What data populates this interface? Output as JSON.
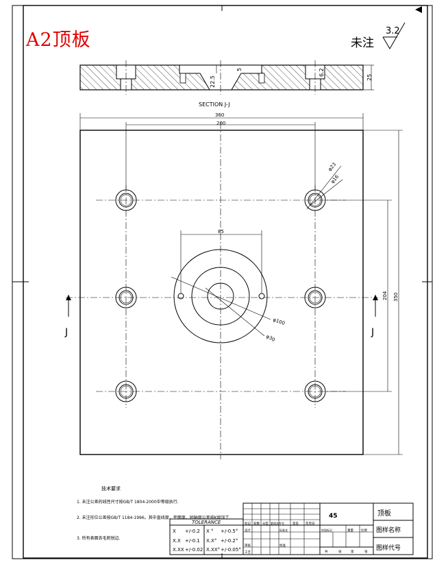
{
  "drawing": {
    "title_tag": "A2顶板",
    "surface_finish": {
      "label": "未注",
      "value": "3.2"
    },
    "section_view": {
      "caption": "SECTION J-J",
      "dims": {
        "depth_top": "5",
        "depth_mid": "22.5",
        "thread_depth": "6.2",
        "thickness": "25"
      }
    },
    "plan_view": {
      "dims": {
        "outer_width": "360",
        "hole_span": "200",
        "center_span": "85",
        "height_span": "204",
        "outer_height": "350",
        "counterbore_dia": "φ23",
        "hole_dia": "φ16",
        "ring_dia": "φ100",
        "boss_dia": "φ30"
      },
      "section_marker": "J"
    },
    "notes": {
      "heading": "技术要求",
      "items": [
        "1. 未注公差的线性尺寸按GB/T 1804-2000中等级执行.",
        "2. 未注形位公差按GB/T 1184-1996。其中直线度、平面度、同轴度公差按K级加工.",
        "3. 所有表面去毛刺锐边."
      ]
    },
    "tolerance": {
      "title": "TOLERANCE",
      "rows": [
        {
          "a": "X",
          "av": "+/-0.2",
          "b": "X °",
          "bv": "+/-0.5°"
        },
        {
          "a": "X.X",
          "av": "+/-0.1",
          "b": "X.X°",
          "bv": "+/-0.2°"
        },
        {
          "a": "X.XX",
          "av": "+/-0.02",
          "b": "X.XX°",
          "bv": "+/-0.05°"
        }
      ]
    },
    "title_block": {
      "material": "45",
      "part_name": "顶板",
      "drawing_name_label": "图样名称",
      "drawing_code_label": "图样代号",
      "cells": [
        "标记",
        "处数",
        "分区",
        "更改文件号",
        "签名",
        "年月日",
        "设计",
        "标准化",
        "阶段标记",
        "重量",
        "比例",
        "审核",
        "工艺",
        "批准",
        "共",
        "张",
        "第",
        "张"
      ]
    }
  }
}
